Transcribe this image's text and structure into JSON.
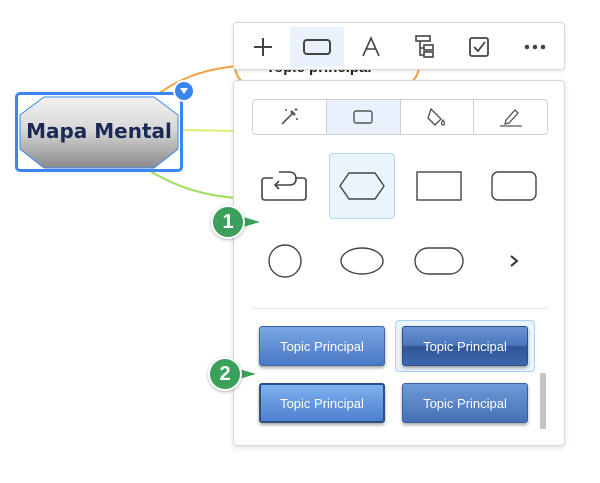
{
  "canvas": {
    "central_topic": {
      "label": "Mapa Mental"
    },
    "background_topic": {
      "label": "Topic principal"
    }
  },
  "toolbar": {
    "items": [
      {
        "name": "add",
        "icon": "plus-icon"
      },
      {
        "name": "shape",
        "icon": "rectangle-icon",
        "active": true
      },
      {
        "name": "text",
        "icon": "letter-a-icon"
      },
      {
        "name": "structure",
        "icon": "tree-structure-icon"
      },
      {
        "name": "task",
        "icon": "checkbox-icon"
      },
      {
        "name": "more",
        "icon": "more-dots-icon"
      }
    ]
  },
  "panel": {
    "segment_tabs": [
      {
        "name": "style",
        "icon": "magic-wand-icon"
      },
      {
        "name": "shape",
        "icon": "rectangle-icon",
        "active": true
      },
      {
        "name": "fill",
        "icon": "paint-bucket-icon"
      },
      {
        "name": "line",
        "icon": "pencil-icon"
      }
    ],
    "shapes": [
      {
        "name": "loop",
        "icon": "loop-shape-icon"
      },
      {
        "name": "hexagon",
        "icon": "hexagon-shape-icon",
        "selected": true
      },
      {
        "name": "rectangle",
        "icon": "rectangle-shape-icon"
      },
      {
        "name": "rounded-rectangle",
        "icon": "rounded-rectangle-shape-icon"
      },
      {
        "name": "circle",
        "icon": "circle-shape-icon"
      },
      {
        "name": "ellipse",
        "icon": "ellipse-shape-icon"
      },
      {
        "name": "pill",
        "icon": "pill-shape-icon"
      },
      {
        "name": "more",
        "icon": "chevron-right-icon"
      }
    ],
    "styles": [
      {
        "label": "Topic Principal"
      },
      {
        "label": "Topic Principal",
        "selected": true
      },
      {
        "label": "Topic Principal"
      },
      {
        "label": "Topic Principal"
      }
    ]
  },
  "annotations": {
    "badge_1": "1",
    "badge_2": "2"
  },
  "colors": {
    "accent": "#3a86f0",
    "badge": "#3aa05a",
    "selected_bg": "#eaf4fc",
    "line_orange": "#f0a040",
    "line_green": "#9ee05a"
  }
}
